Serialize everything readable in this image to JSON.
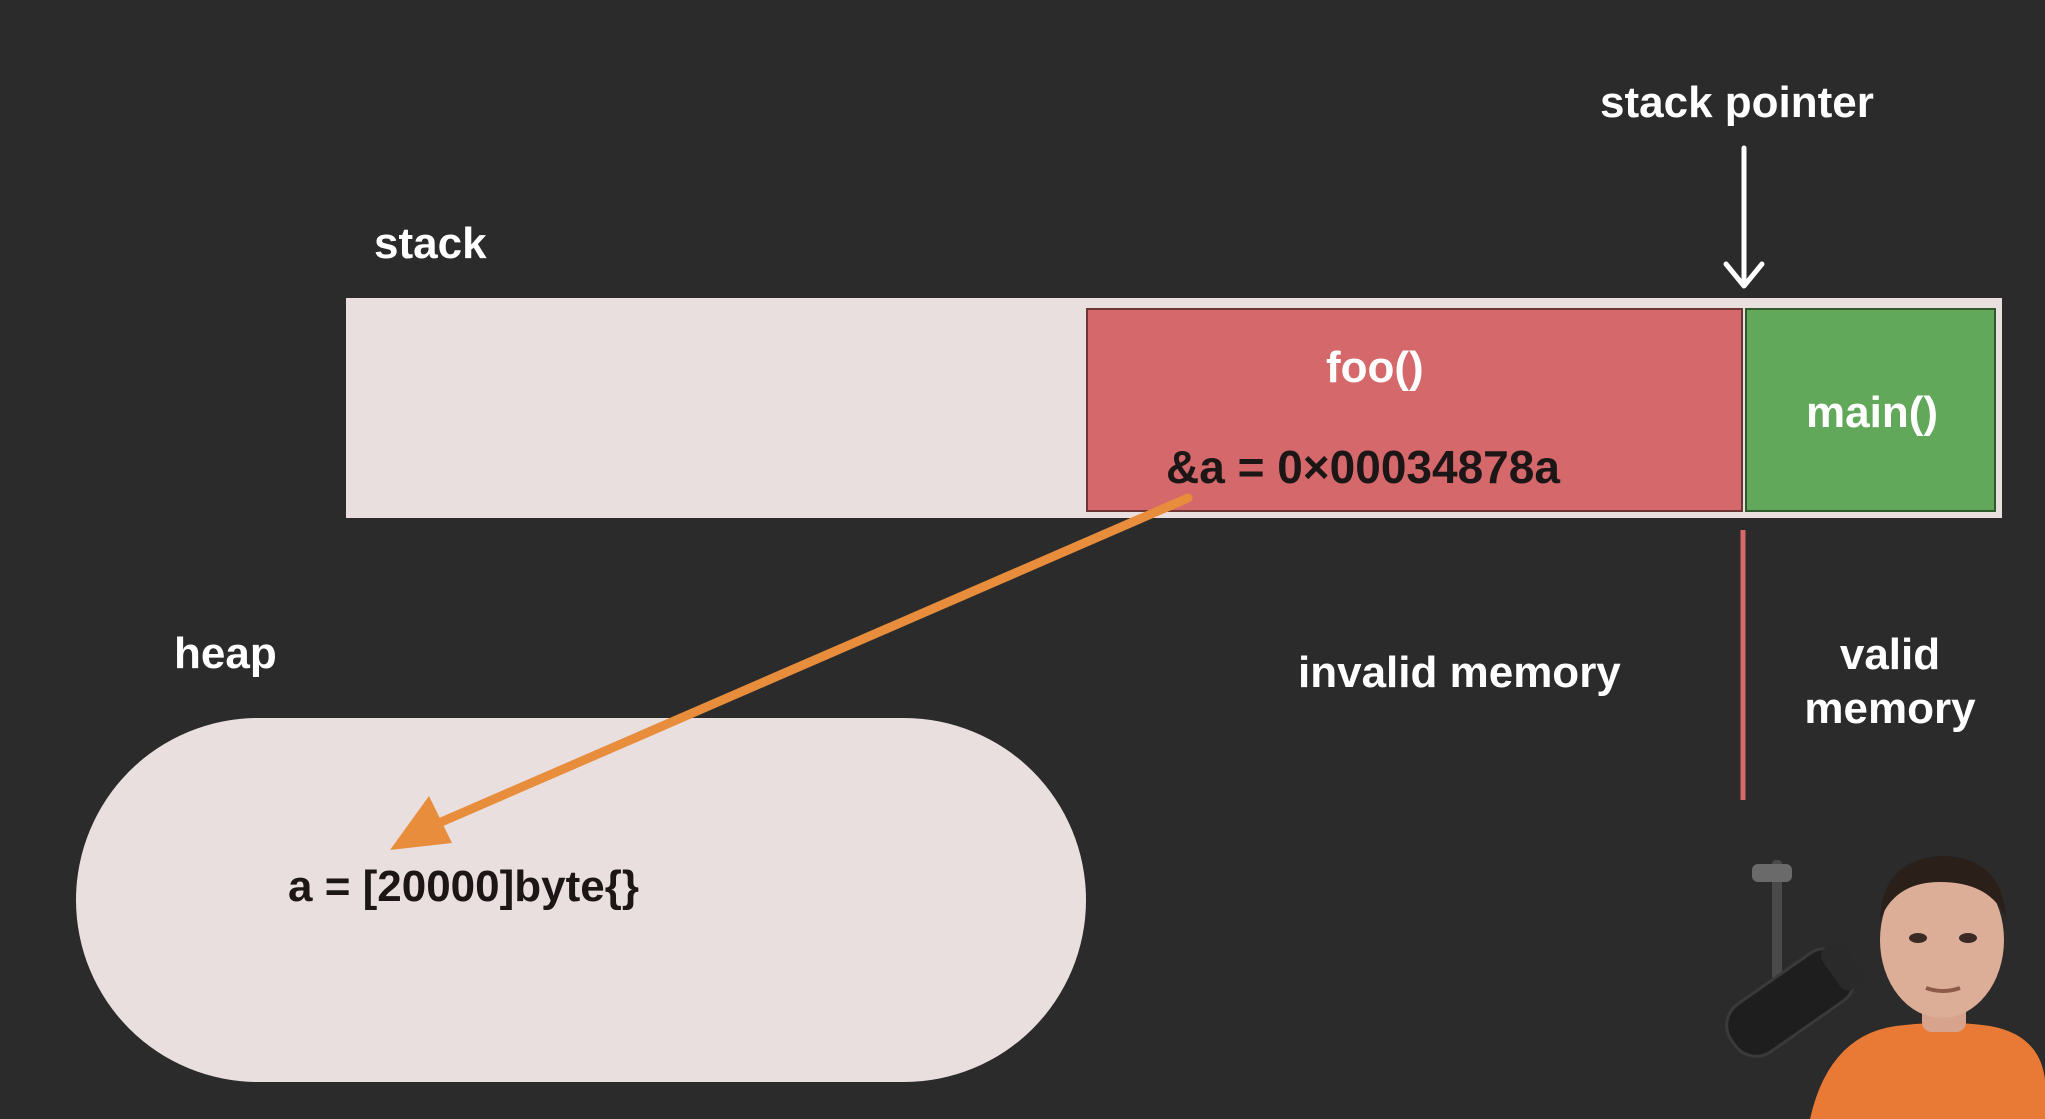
{
  "diagram": {
    "stack_label": "stack",
    "stack_pointer_label": "stack pointer",
    "frames": {
      "foo": {
        "label": "foo()",
        "content": "&a = 0×00034878a",
        "color": "#d4686a"
      },
      "main": {
        "label": "main()",
        "color": "#62a85a"
      }
    },
    "heap_label": "heap",
    "heap_content": "a = [20000]byte{}",
    "invalid_memory_label": "invalid memory",
    "valid_memory_label": [
      "valid",
      "memory"
    ],
    "colors": {
      "background": "#2b2b2b",
      "memory_region": "#e9dfdf",
      "pointer_arrow": "#e78d3c",
      "boundary_line": "#d4686a"
    }
  },
  "webcam": {
    "icon": "presenter-webcam-icon"
  }
}
